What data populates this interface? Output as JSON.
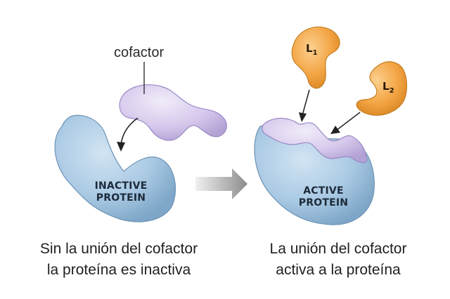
{
  "labels": {
    "cofactor": "cofactor",
    "inactive_protein": [
      "INACTIVE",
      "PROTEIN"
    ],
    "active_protein": [
      "ACTIVE",
      "PROTEIN"
    ],
    "ligand_1": {
      "letter": "L",
      "index": "1"
    },
    "ligand_2": {
      "letter": "L",
      "index": "2"
    }
  },
  "captions": {
    "left": [
      "Sin la unión del cofactor",
      "la proteína es inactiva"
    ],
    "right": [
      "La unión del cofactor",
      "activa a la proteína"
    ]
  },
  "colors": {
    "protein": "#a9c9e3",
    "cofactor": "#d8ccec",
    "ligand": "#f4a646",
    "arrow": "#9a9a9a"
  }
}
